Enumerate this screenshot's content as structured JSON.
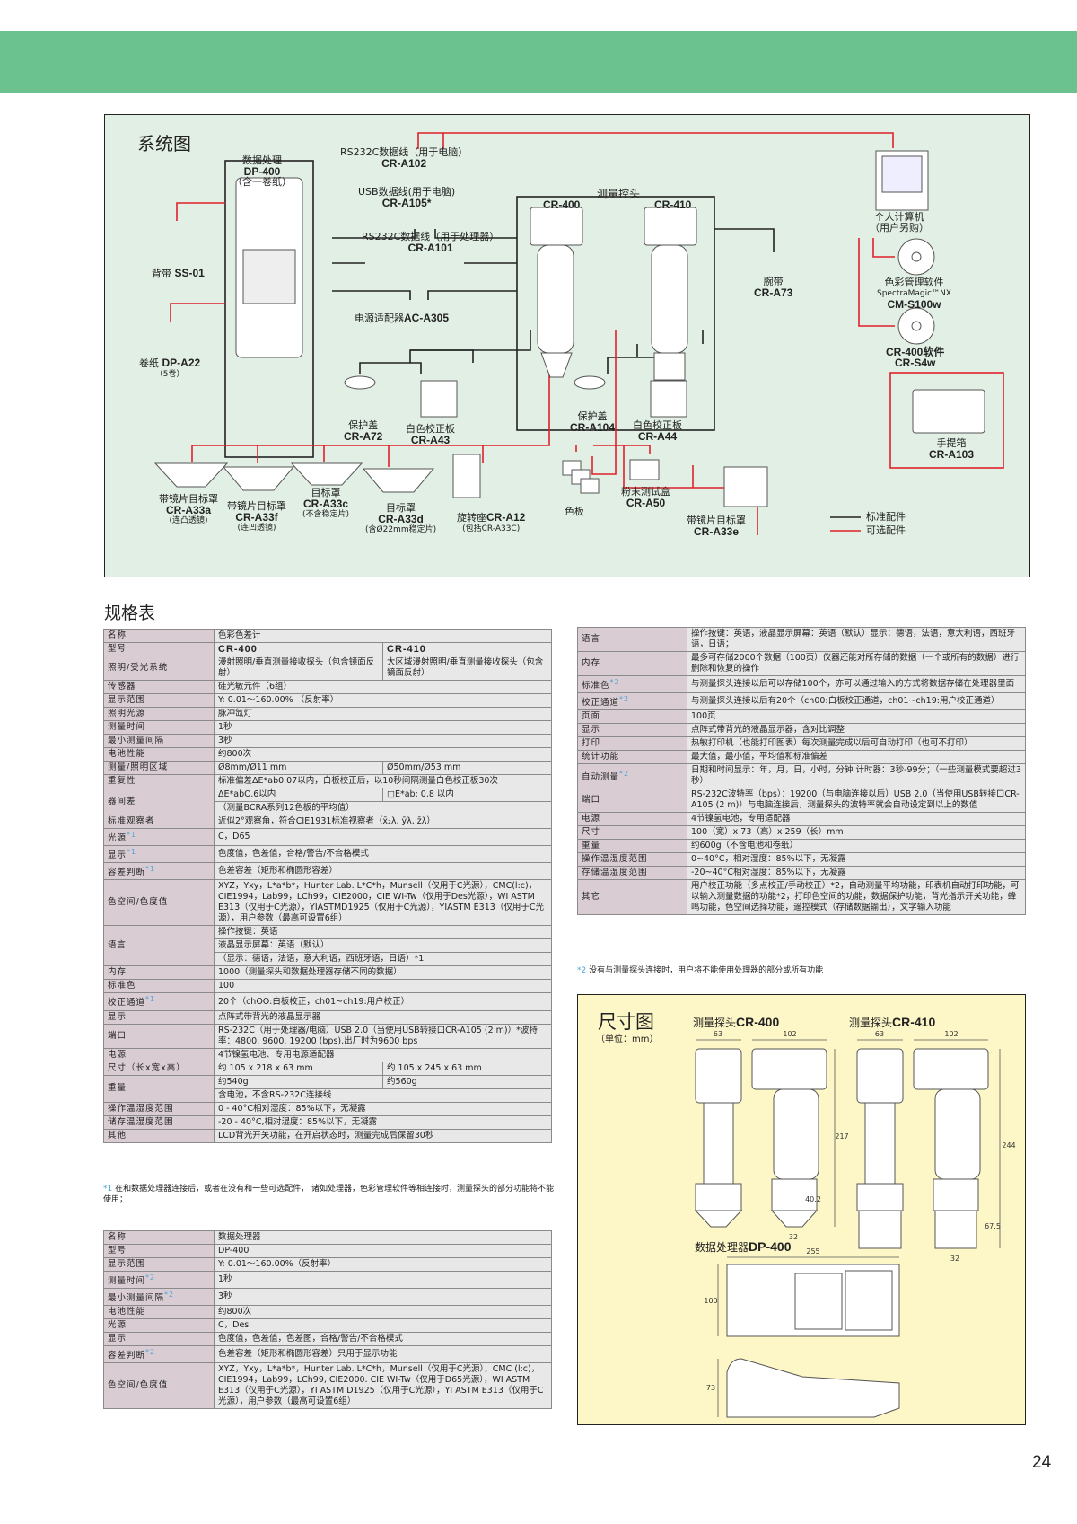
{
  "diagram": {
    "title": "系统图",
    "cables": [
      {
        "name": "RS232C数据线（用于电脑）",
        "code": "CR-A102"
      },
      {
        "name": "USB数据线(用于电脑)",
        "code": "CR-A105*"
      },
      {
        "name": "RS232C数据线（用于处理器）",
        "code": "CR-A101"
      },
      {
        "name": "电源适配器",
        "code": "AC-A305"
      }
    ],
    "processor": {
      "name": "数据处理",
      "code": "DP-400",
      "note": "（含一卷纸）"
    },
    "strap": {
      "name": "背带",
      "code": "SS-01"
    },
    "paper": {
      "name": "卷纸",
      "code": "DP-A22",
      "note": "（5卷）"
    },
    "head_group": {
      "title": "测量控头",
      "models": [
        "CR-400",
        "CR-410"
      ]
    },
    "wrist_strap": {
      "name": "腕带",
      "code": "CR-A73"
    },
    "pc": {
      "name": "个人计算机",
      "note": "（用户另购）"
    },
    "software1": {
      "name": "色彩管理软件",
      "brand": "SpectraMagic™NX",
      "code": "CM-S100w"
    },
    "software2": {
      "name": "CR-400软件",
      "code": "CR-S4w"
    },
    "case": {
      "name": "手提箱",
      "code": "CR-A103"
    },
    "cap1": {
      "name": "保护盖",
      "code": "CR-A72"
    },
    "plate1": {
      "name": "白色校正板",
      "code": "CR-A43"
    },
    "cap2": {
      "name": "保护盖",
      "code": "CR-A104"
    },
    "plate2": {
      "name": "白色校正板",
      "code": "CR-A44"
    },
    "accessories": [
      {
        "name": "带镜片目标罩",
        "code": "CR-A33a",
        "note": "(连凸透镜)"
      },
      {
        "name": "带镜片目标罩",
        "code": "CR-A33f",
        "note": "(连凹透镜)"
      },
      {
        "name": "目标罩",
        "code": "CR-A33c",
        "note": "(不含稳定片)"
      },
      {
        "name": "目标罩",
        "code": "CR-A33d",
        "note": "(含Ø22mm稳定片)"
      },
      {
        "name": "旋转座",
        "code": "CR-A12",
        "note": "(包括CR-A33C)"
      },
      {
        "name": "色板",
        "code": "",
        "note": ""
      },
      {
        "name": "粉末测试盒",
        "code": "CR-A50",
        "note": ""
      },
      {
        "name": "带镜片目标罩",
        "code": "CR-A33e",
        "note": ""
      }
    ],
    "legend": {
      "standard": "标准配件",
      "optional": "可选配件",
      "standard_color": "#222222",
      "optional_color": "#e0202a"
    }
  },
  "spec_title": "规格表",
  "head_spec": {
    "rows": [
      {
        "k": "名称",
        "v": "色彩色差计"
      },
      {
        "k": "型号",
        "v1": "CR-400",
        "v2": "CR-410"
      },
      {
        "k": "照明/受光系统",
        "v1": "漫射照明/垂直测量接收探头（包含镜面反射）",
        "v2": "大区域漫射照明/垂直测量接收探头（包含镜面反射）"
      },
      {
        "k": "传感器",
        "v": "硅光敏元件（6组）"
      },
      {
        "k": "显示范围",
        "v": "Y: 0.01～160.00% （反射率）"
      },
      {
        "k": "照明光源",
        "v": "脉冲氙灯"
      },
      {
        "k": "测量时间",
        "v": "1秒"
      },
      {
        "k": "最小测量间隔",
        "v": "3秒"
      },
      {
        "k": "电池性能",
        "v": "约800次"
      },
      {
        "k": "测量/照明区域",
        "v1": "Ø8mm/Ø11 mm",
        "v2": "Ø50mm/Ø53 mm"
      },
      {
        "k": "重复性",
        "v": "标准偏差ΔE*ab0.07以内，白板校正后，以10秒间隔测量白色校正板30次"
      },
      {
        "k": "器间差",
        "v1": "ΔE*abO.6以内",
        "v2": "□E*ab: 0.8 以内",
        "v": "（测量BCRA系列12色板的平均值）"
      },
      {
        "k": "标准观察者",
        "v": "近似2°观察角，符合CIE1931标准视察者（x̄₂λ, ȳλ, z̄λ）"
      },
      {
        "k": "光源",
        "fn": "*1",
        "v": "C，D65"
      },
      {
        "k": "显示",
        "fn": "*1",
        "v": "色度值，色差值，合格/警告/不合格模式"
      },
      {
        "k": "容差判断",
        "fn": "*1",
        "v": "色差容差（矩形和椭圆形容差）"
      },
      {
        "k": "色空间/色度值",
        "v": "XYZ，Yxy，L*a*b*，Hunter Lab. L*C*h，Munsell（仅用于C光源），CMC(l:c)，CIE1994，Lab99，LCh99，CIE2000，CIE WI-Tw（仅用于Des光源），WI ASTM E313（仅用于C光源），YIASTMD1925（仅用于C光源），YIASTM E313（仅用于C光源），用户参数（最高可设置6组）"
      },
      {
        "k": "语言",
        "lines": [
          "操作按键：英语",
          "液晶显示屏幕：英语（默认）",
          "（显示：德语，法语，意大利语，西班牙语，日语）*1"
        ]
      },
      {
        "k": "内存",
        "v": "1000（测量探头和数据处理器存储不同的数据）"
      },
      {
        "k": "标准色",
        "v": "100"
      },
      {
        "k": "校正通道",
        "fn": "*1",
        "v": "20个（chOO:白板校正，ch01~ch19:用户校正）"
      },
      {
        "k": "显示",
        "v": "点阵式带背光的液晶显示器"
      },
      {
        "k": "端口",
        "v": "RS-232C（用于处理器/电脑）USB 2.0（当使用USB转接口CR-A105 (2 m)）*波特率：4800, 9600. 19200 (bps).出厂时为9600 bps"
      },
      {
        "k": "电源",
        "v": "4节镍氢电池、专用电源适配器"
      },
      {
        "k": "尺寸（长x宽x高）",
        "v1": "约 105 x 218 x 63 mm",
        "v2": "约 105 x 245 x 63 mm"
      },
      {
        "k": "重量",
        "v1": "约540g",
        "v2": "约560g",
        "v": "含电池，不含RS-232C连接线"
      },
      {
        "k": "操作温湿度范围",
        "v": "0 - 40°C相对湿度：85%以下，无凝露"
      },
      {
        "k": "储存温湿度范围",
        "v": "-20 - 40°C,相对湿度：85%以下，无凝露"
      },
      {
        "k": "其他",
        "v": "LCD背光开关功能，在开启状态时，测量完成后保留30秒"
      }
    ],
    "footnote_mark": "*1",
    "footnote": "在和数据处理器连接后，或者在没有和一些可选配件， 诸如处理器，色彩管理软件等相连接时，测量探头的部分功能将不能使用；"
  },
  "dp_spec": {
    "rows": [
      {
        "k": "名称",
        "v": "数据处理器"
      },
      {
        "k": "型号",
        "v": "DP-400"
      },
      {
        "k": "显示范围",
        "v": "Y: 0.01～160.00%（反射率）"
      },
      {
        "k": "测量时间",
        "fn": "*2",
        "v": "1秒"
      },
      {
        "k": "最小测量间隔",
        "fn": "*2",
        "v": "3秒"
      },
      {
        "k": "电池性能",
        "v": "约800次"
      },
      {
        "k": "光源",
        "v": "C，Des"
      },
      {
        "k": "显示",
        "v": "色度值，色差值，色差图，合格/警告/不合格模式"
      },
      {
        "k": "容差判断",
        "fn": "*2",
        "v": "色差容差（矩形和椭圆形容差）只用于显示功能"
      },
      {
        "k": "色空间/色度值",
        "v": "XYZ，Yxy，L*a*b*，Hunter Lab. L*C*h，Munsell（仅用于C光源），CMC (l:c)，CIE1994，Lab99，LCh99, CIE2000. CIE WI-Tw（仅用于D65光源），WI ASTM E313（仅用于C光源），YI ASTM D1925（仅用于C光源），YI ASTM E313（仅用于C光源），用户参数（最高可设置6组）"
      }
    ]
  },
  "dp_spec2": {
    "rows": [
      {
        "k": "语言",
        "v": "操作按键：英语，液晶显示屏幕：英语（默认）显示：德语，法语，意大利语，西班牙语，日语；"
      },
      {
        "k": "内存",
        "v": "最多可存储2000个数据（100页）仪器还能对所存储的数据（一个或所有的数据）进行删除和恢复的操作"
      },
      {
        "k": "标准色",
        "fn": "*2",
        "v": "与测量探头连接以后可以存储100个，亦可以通过输入的方式将数据存储在处理器里面"
      },
      {
        "k": "校正通道",
        "fn": "*2",
        "v": "与测量探头连接以后有20个（ch00:白板校正通道，ch01~ch19:用户校正通道）"
      },
      {
        "k": "页面",
        "v": "100页"
      },
      {
        "k": "显示",
        "v": "点阵式带背光的液晶显示器，含对比调整"
      },
      {
        "k": "打印",
        "v": "热敏打印机（也能打印图表）每次测量完成以后可自动打印（也可不打印）"
      },
      {
        "k": "统计功能",
        "v": "最大值，最小值，平均值和标准偏差"
      },
      {
        "k": "自动测量",
        "fn": "*2",
        "v": "日期和时间显示：年，月，日，小时，分钟 计时器：3秒-99分；（一些测量模式要超过3秒）"
      },
      {
        "k": "端口",
        "v": "RS-232C波特率（bps）：19200（与电脑连接以后）USB 2.0（当使用USB转接口CR-A105 (2 m)）与电脑连接后，测量探头的波特率就会自动设定到以上的数值"
      },
      {
        "k": "电源",
        "v": "4节镍氢电池，专用适配器"
      },
      {
        "k": "尺寸",
        "v": "100（宽）x 73（高）x 259（长）mm"
      },
      {
        "k": "重量",
        "v": "约600g（不含电池和卷纸）"
      },
      {
        "k": "操作温湿度范围",
        "v": "0~40°C，相对湿度：85%以下，无凝露"
      },
      {
        "k": "存储温湿度范围",
        "v": "-20~40°C相对湿度：85%以下，无凝露"
      },
      {
        "k": "其它",
        "v": "用户校正功能（多点校正/手动校正）*2，自动测量平均功能，印表机自动打印功能，可以输入测量数据的功能*2，打印色空间的功能，数据保护功能，背光指示开关功能，蜂鸣功能，色空间选择功能，遥控模式（存储数据输出），文字输入功能"
      }
    ],
    "footnote_mark": "*2",
    "footnote": "没有与测量探头连接时，用户将不能使用处理器的部分或所有功能"
  },
  "dimensions": {
    "title": "尺寸图",
    "unit": "（单位：mm）",
    "cr400": {
      "label": "测量探头",
      "code": "CR-400",
      "width": "63",
      "depth": "102",
      "height": "217",
      "tip": "40.2",
      "tipw": "32"
    },
    "cr410": {
      "label": "测量探头",
      "code": "CR-410",
      "width": "63",
      "depth": "102",
      "height": "244",
      "tip": "67.5",
      "tipw": "32"
    },
    "dp400": {
      "label": "数据处理器",
      "code": "DP-400",
      "length": "255",
      "width": "100",
      "height": "73"
    }
  },
  "page_number": "24"
}
